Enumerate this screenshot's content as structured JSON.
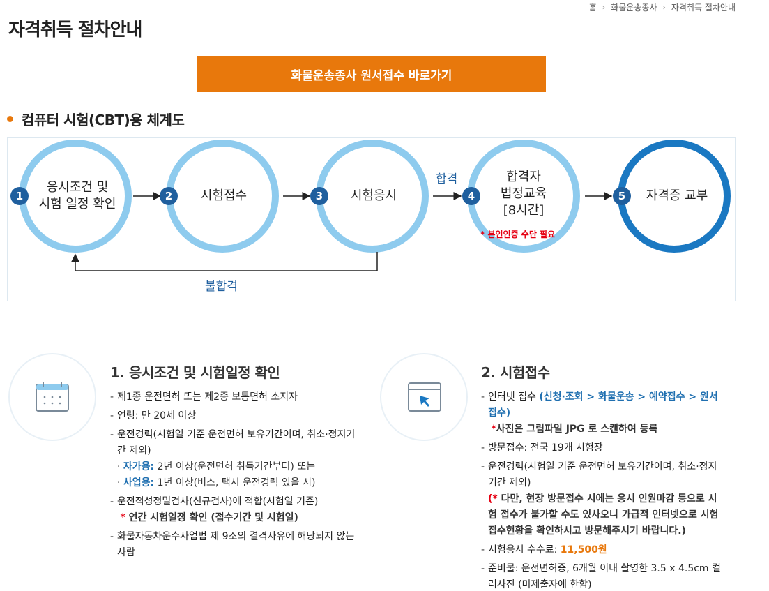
{
  "breadcrumb": {
    "home": "홈",
    "level1": "화물운송종사",
    "level2": "자격취득 절차안내"
  },
  "page_title": "자격취득 절차안내",
  "apply_button": "화물운송종사 원서접수 바로가기",
  "section_heading": "컴퓨터 시험(CBT)용 체계도",
  "flow": {
    "steps": [
      {
        "num": "1",
        "line1": "응시조건 및",
        "line2": "시험 일정 확인"
      },
      {
        "num": "2",
        "line1": "시험접수"
      },
      {
        "num": "3",
        "line1": "시험응시"
      },
      {
        "num": "4",
        "line1": "합격자",
        "line2": "법정교육",
        "line3": "[8시간]",
        "note": "* 본인인증 수단 필요"
      },
      {
        "num": "5",
        "line1": "자격증 교부"
      }
    ],
    "pass_label": "합격",
    "fail_label": "불합격"
  },
  "col1": {
    "title": "1. 응시조건 및 시험일정 확인",
    "items": {
      "i1": "제1종 운전면허 또는 제2종 보통면허 소지자",
      "i2": "연령: 만 20세 이상",
      "i3": "운전경력(시험일 기준 운전면허 보유기간이며, 취소·정지기간 제외)",
      "i3_sub1_label": "자가용:",
      "i3_sub1_text": " 2년 이상(운전면허 취득기간부터) 또는",
      "i3_sub2_label": "사업용:",
      "i3_sub2_text": " 1년 이상(버스, 택시 운전경력 있을 시)",
      "i4": "운전적성정밀검사(신규검사)에 적합(시험일 기준)",
      "i4_note_star": "* ",
      "i4_note": "연간 시험일정 확인 (접수기간 및 시험일)",
      "i5": "화물자동차운수사업법 제 9조의 결격사유에 해당되지 않는 사람"
    }
  },
  "col2": {
    "title": "2. 시험접수",
    "items": {
      "i1_prefix": "인터넷 접수 ",
      "i1_link": "(신청·조회 > 화물운송 > 예약접수 > 원서접수)",
      "i1_note_star": "*",
      "i1_note": "사진은 그림파일 JPG 로 스캔하여 등록",
      "i2": "방문접수: 전국 19개 시험장",
      "i3": "운전경력(시험일 기준 운전면허 보유기간이며, 취소·정지기간 제외)",
      "i3_note_star": "(* ",
      "i3_note": "다만, 현장 방문접수 시에는 응시 인원마감 등으로 시험 접수가 불가할 수도 있사오니 가급적 인터넷으로 시험 접수현황을 확인하시고 방문해주시기 바랍니다.)",
      "i4_prefix": "시험응시 수수료: ",
      "i4_fee": "11,500원",
      "i5": "준비물: 운전면허증, 6개월 이내 촬영한 3.5 x 4.5cm 컬러사진 (미제출자에 한함)"
    }
  },
  "icons": {
    "calendar": "calendar-icon",
    "cursor": "cursor-window-icon"
  },
  "colors": {
    "accent": "#e8780c",
    "light_blue": "#8ecbee",
    "dark_blue": "#1a78c2",
    "num_blue": "#1f5f9e",
    "red": "#e60012"
  }
}
